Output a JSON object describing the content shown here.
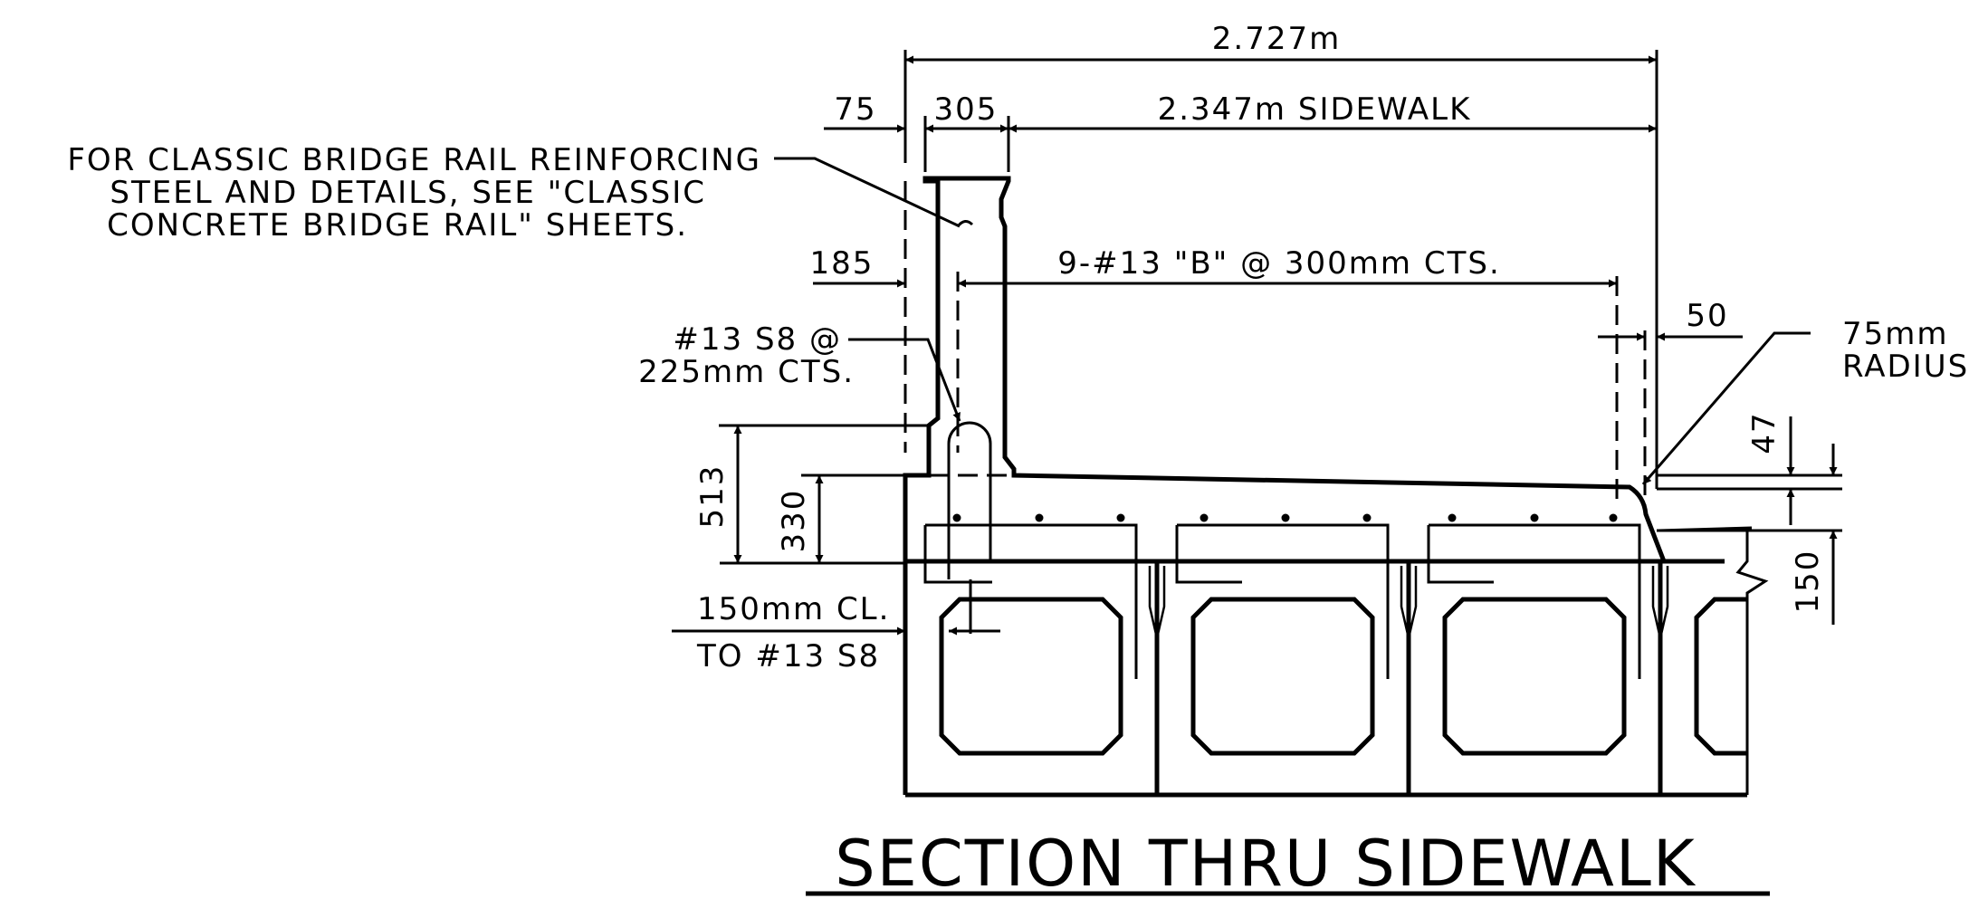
{
  "title": "SECTION THRU SIDEWALK",
  "note_rail": {
    "line1": "FOR CLASSIC BRIDGE RAIL REINFORCING",
    "line2": "STEEL AND DETAILS, SEE \"CLASSIC",
    "line3": "CONCRETE BRIDGE RAIL\" SHEETS."
  },
  "note_s8": {
    "line1": "#13 S8 @",
    "line2": "225mm CTS."
  },
  "note_cl": {
    "line1": "150mm CL.",
    "line2": "TO #13 S8"
  },
  "note_radius": {
    "line1": "75mm",
    "line2": "RADIUS"
  },
  "dimensions": {
    "overall": "2.727m",
    "d75": "75",
    "d305": "305",
    "sidewalk": "2.347m SIDEWALK",
    "d185": "185",
    "bars": "9-#13 \"B\" @ 300mm CTS.",
    "d50": "50",
    "d513": "513",
    "d330": "330",
    "d47": "47",
    "d150": "150"
  }
}
